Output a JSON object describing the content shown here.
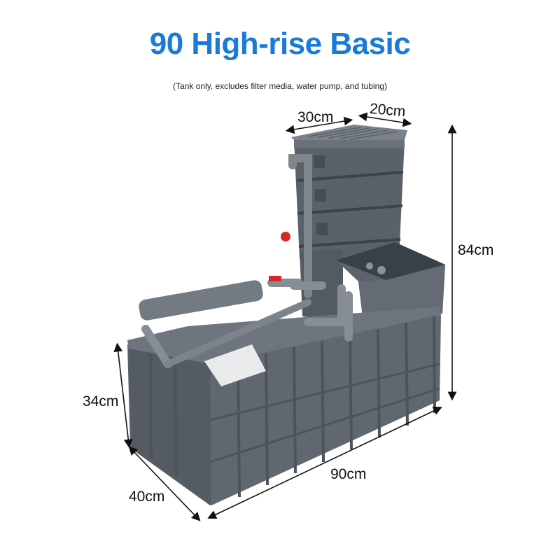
{
  "header": {
    "title": "90 High-rise Basic",
    "subtitle": "(Tank only, excludes filter media, water pump, and tubing)"
  },
  "dimensions": {
    "top_width": "30cm",
    "top_depth": "20cm",
    "total_height": "84cm",
    "tank_height": "34cm",
    "tank_depth": "40cm",
    "tank_length": "90cm"
  },
  "colors": {
    "title": "#1a7ad8",
    "plastic_dark": "#4a5058",
    "plastic_mid": "#5c636c",
    "plastic_light": "#707780",
    "valve_red": "#d42a2a"
  }
}
